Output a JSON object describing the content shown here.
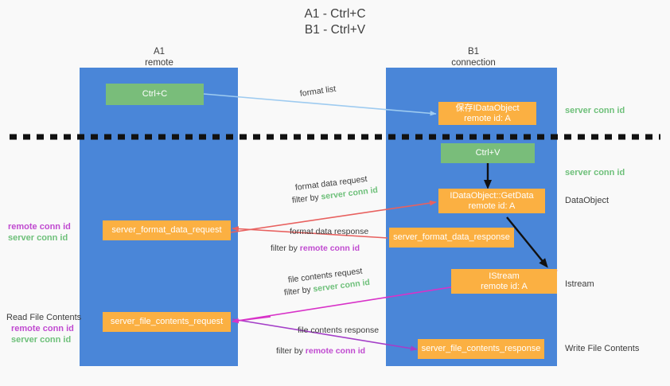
{
  "title": {
    "line1": "A1 - Ctrl+C",
    "line2": "B1 - Ctrl+V"
  },
  "columns": [
    {
      "name": "A1",
      "sub": "remote"
    },
    {
      "name": "B1",
      "sub": "connection"
    }
  ],
  "colors": {
    "lane": "#4a86d8",
    "green_box": "#79bd7a",
    "orange_box": "#fbb042",
    "server_conn": "#6ec07a",
    "remote_conn": "#c04ad0",
    "arrow_lightblue": "#9ecbf0",
    "arrow_red": "#e8615f",
    "arrow_magenta": "#d832c8",
    "arrow_purple": "#a43fc8",
    "arrow_black": "#111111",
    "background": "#f9f9f9",
    "text": "#3c3c3c"
  },
  "boxes": {
    "ctrl_c": {
      "label": "Ctrl+C"
    },
    "ctrl_v": {
      "label": "Ctrl+V"
    },
    "save_idataobject": {
      "label1": "保存IDataObject",
      "label2": "remote id: A"
    },
    "getdata": {
      "label1": "IDataObject::GetData",
      "label2": "remote id: A"
    },
    "istream": {
      "label1": "IStream",
      "label2": "remote id: A"
    },
    "server_format_data_request": {
      "label": "server_format_data_request"
    },
    "server_format_data_response": {
      "label": "server_format_data_response"
    },
    "server_file_contents_request": {
      "label": "server_file_contents_request"
    },
    "server_file_contents_response": {
      "label": "server_file_contents_response"
    }
  },
  "edge_labels": {
    "format_list": "format list",
    "format_data_request": "format data request",
    "format_data_request_filter_prefix": "filter by ",
    "format_data_request_filter_value": "server conn id",
    "format_data_response": "format data response",
    "format_data_response_filter_prefix": "filter by ",
    "format_data_response_filter_value": "remote conn id",
    "file_contents_request": "file contents request",
    "file_contents_request_filter_prefix": "filter by ",
    "file_contents_request_filter_value": "server conn id",
    "file_contents_response": "file contents response",
    "file_contents_response_filter_prefix": "filter by ",
    "file_contents_response_filter_value": "remote conn id"
  },
  "right_annotations": [
    {
      "text": "server conn id",
      "style": "green"
    },
    {
      "text": "server conn id",
      "style": "green"
    },
    {
      "text": "DataObject",
      "style": "dark"
    },
    {
      "text": "Istream",
      "style": "dark"
    },
    {
      "text": "Write File Contents",
      "style": "dark"
    }
  ],
  "left_annotations": {
    "format_block": [
      {
        "text": "remote conn id",
        "style": "purple"
      },
      {
        "text": "server conn id",
        "style": "green"
      }
    ],
    "file_block_title": "Read File Contents",
    "file_block": [
      {
        "text": "remote conn id",
        "style": "purple"
      },
      {
        "text": "server conn id",
        "style": "green"
      }
    ]
  }
}
